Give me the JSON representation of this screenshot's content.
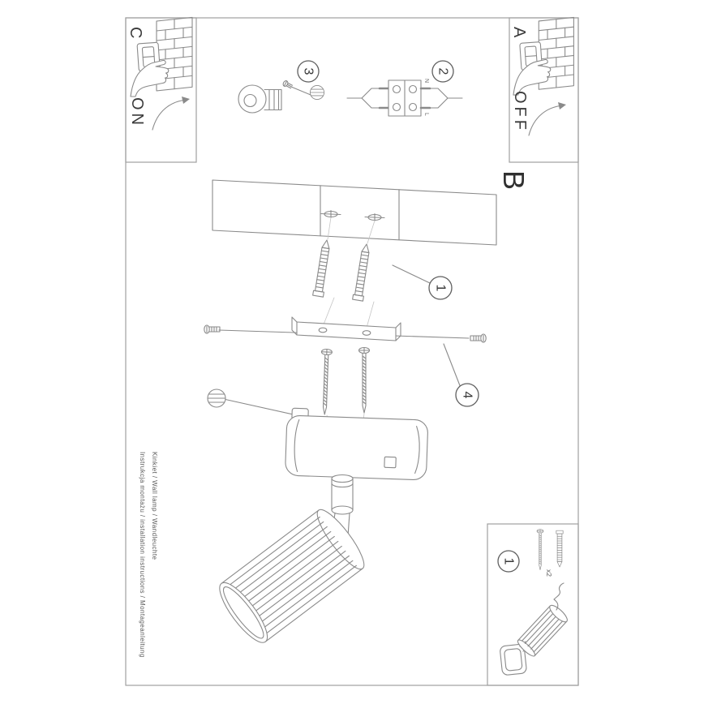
{
  "labels": {
    "section_a": "A",
    "section_b": "B",
    "section_c": "C",
    "on": "ON",
    "off": "OFF",
    "step_1": "1",
    "step_2": "2",
    "step_3": "3",
    "step_4": "4",
    "parts_step": "1",
    "parts_qty": "x2",
    "wire_n": "N",
    "wire_l": "L"
  },
  "footer": {
    "instructions_line": "Instrukcja montażu / installation instructions / Montageanleitung",
    "product_line": "Kinkiet / Wall lamp / Wandleuchte"
  },
  "colors": {
    "background": "#ffffff",
    "line_art": "#8a8a8a",
    "text": "#3a3a3a",
    "border": "#a0a0a0"
  }
}
